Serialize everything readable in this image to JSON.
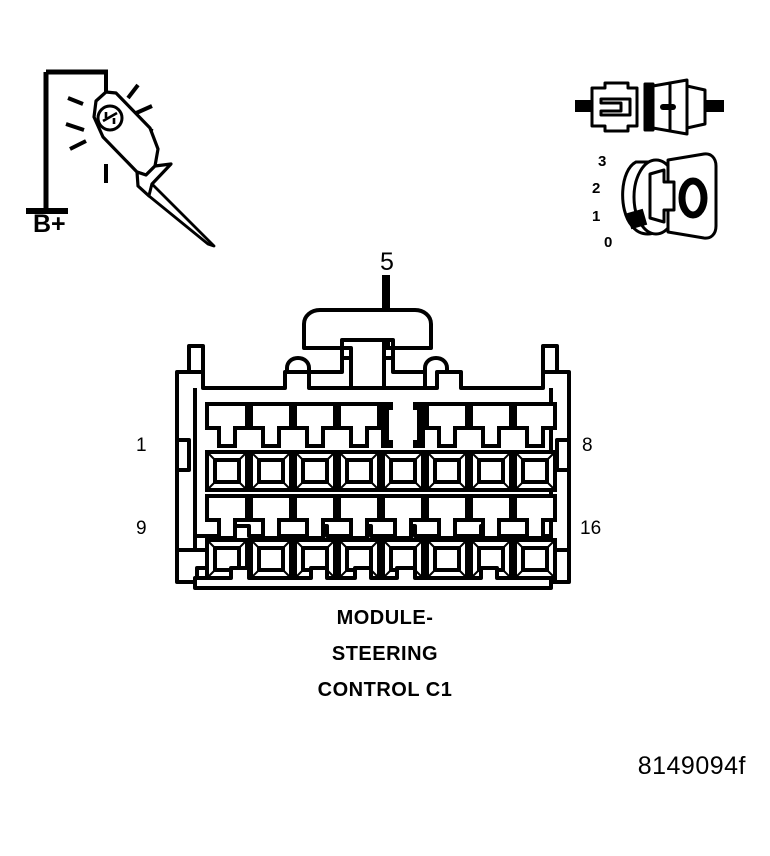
{
  "figure": {
    "id_code": "8149094f",
    "caption_lines": [
      "MODULE-",
      "STEERING",
      "CONTROL C1"
    ],
    "background_color": "#ffffff",
    "line_color": "#000000"
  },
  "test_light": {
    "source_label": "B+",
    "icon_name": "test-light-probe",
    "lamp_icon_name": "lamp-glow-icon"
  },
  "connector_pair": {
    "icon_name": "disconnected-connector-pair",
    "male_half_name": "connector-half-male",
    "female_half_name": "connector-half-female"
  },
  "ignition_switch": {
    "icon_name": "ignition-key-switch",
    "positions": [
      "3",
      "2",
      "1",
      "0"
    ],
    "key_glyph": "0"
  },
  "callout": {
    "cavity_number": "5",
    "arrow_name": "cavity-pointer-arrow"
  },
  "connector": {
    "name": "module-steering-control-c1-connector",
    "total_cavities": 16,
    "rows": 2,
    "columns": 8,
    "pin_labels": {
      "top_left": "1",
      "top_right": "8",
      "bottom_left": "9",
      "bottom_right": "16"
    },
    "highlighted_cavity": 5,
    "highlighted_row": "top"
  }
}
